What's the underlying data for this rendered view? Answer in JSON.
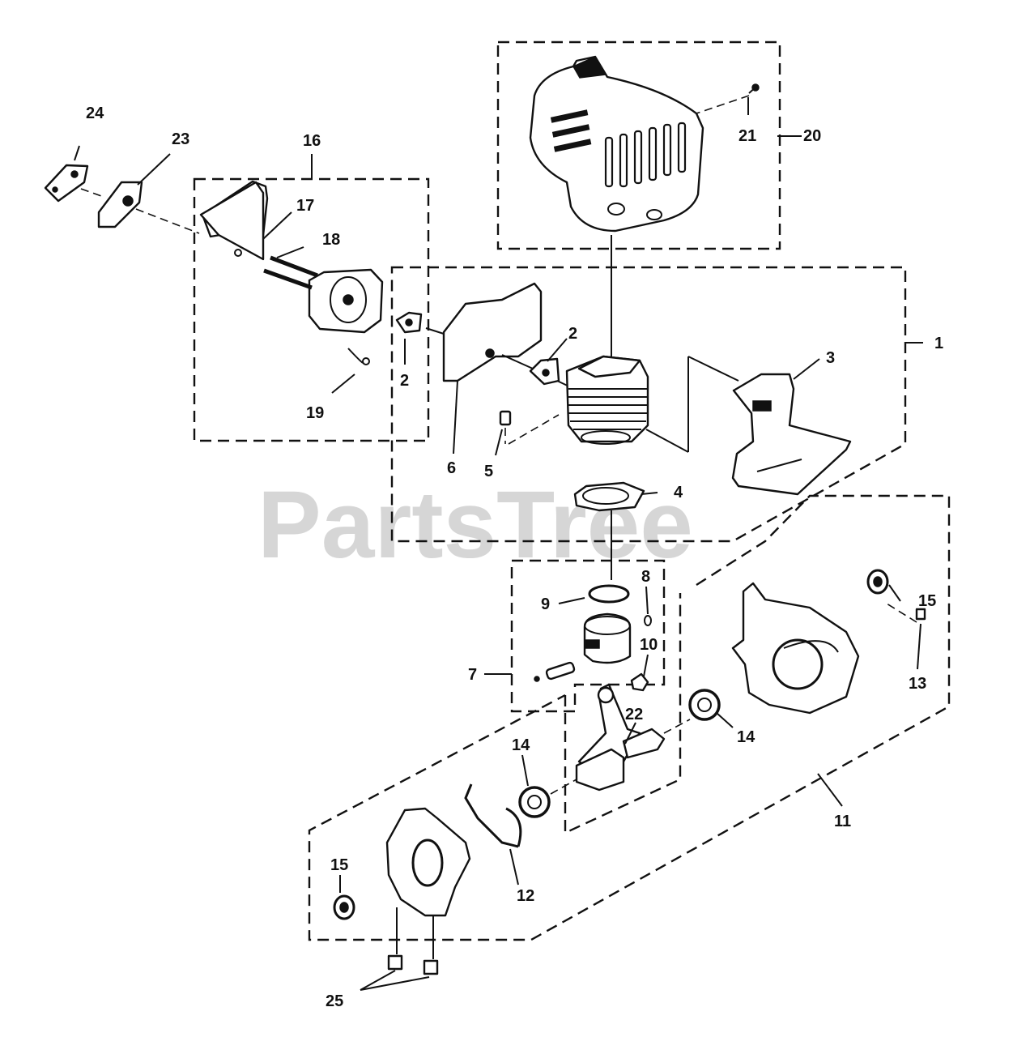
{
  "watermark": "PartsTree",
  "labels": {
    "l1": "1",
    "l2a": "2",
    "l2b": "2",
    "l3": "3",
    "l4": "4",
    "l5": "5",
    "l6": "6",
    "l7": "7",
    "l8": "8",
    "l9": "9",
    "l10": "10",
    "l11": "11",
    "l12": "12",
    "l13": "13",
    "l14a": "14",
    "l14b": "14",
    "l15a": "15",
    "l15b": "15",
    "l16": "16",
    "l17": "17",
    "l18": "18",
    "l19": "19",
    "l20": "20",
    "l21": "21",
    "l22": "22",
    "l23": "23",
    "l24": "24",
    "l25": "25"
  }
}
